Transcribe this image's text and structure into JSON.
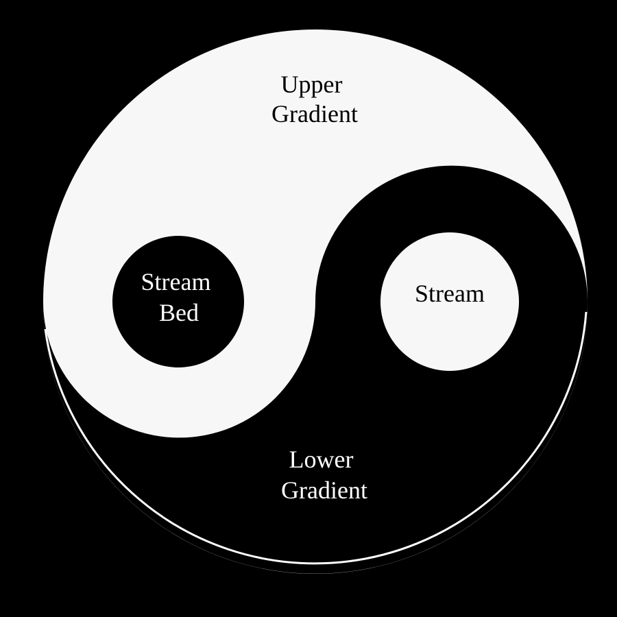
{
  "colors": {
    "background": "#000000",
    "light": "#f7f7f7",
    "dark": "#000000",
    "outline": "#ffffff"
  },
  "labels": {
    "upper_gradient": [
      "Upper",
      "Gradient"
    ],
    "lower_gradient": [
      "Lower",
      "Gradient"
    ],
    "stream_bed": [
      "Stream",
      "Bed"
    ],
    "stream": [
      "Stream"
    ]
  }
}
